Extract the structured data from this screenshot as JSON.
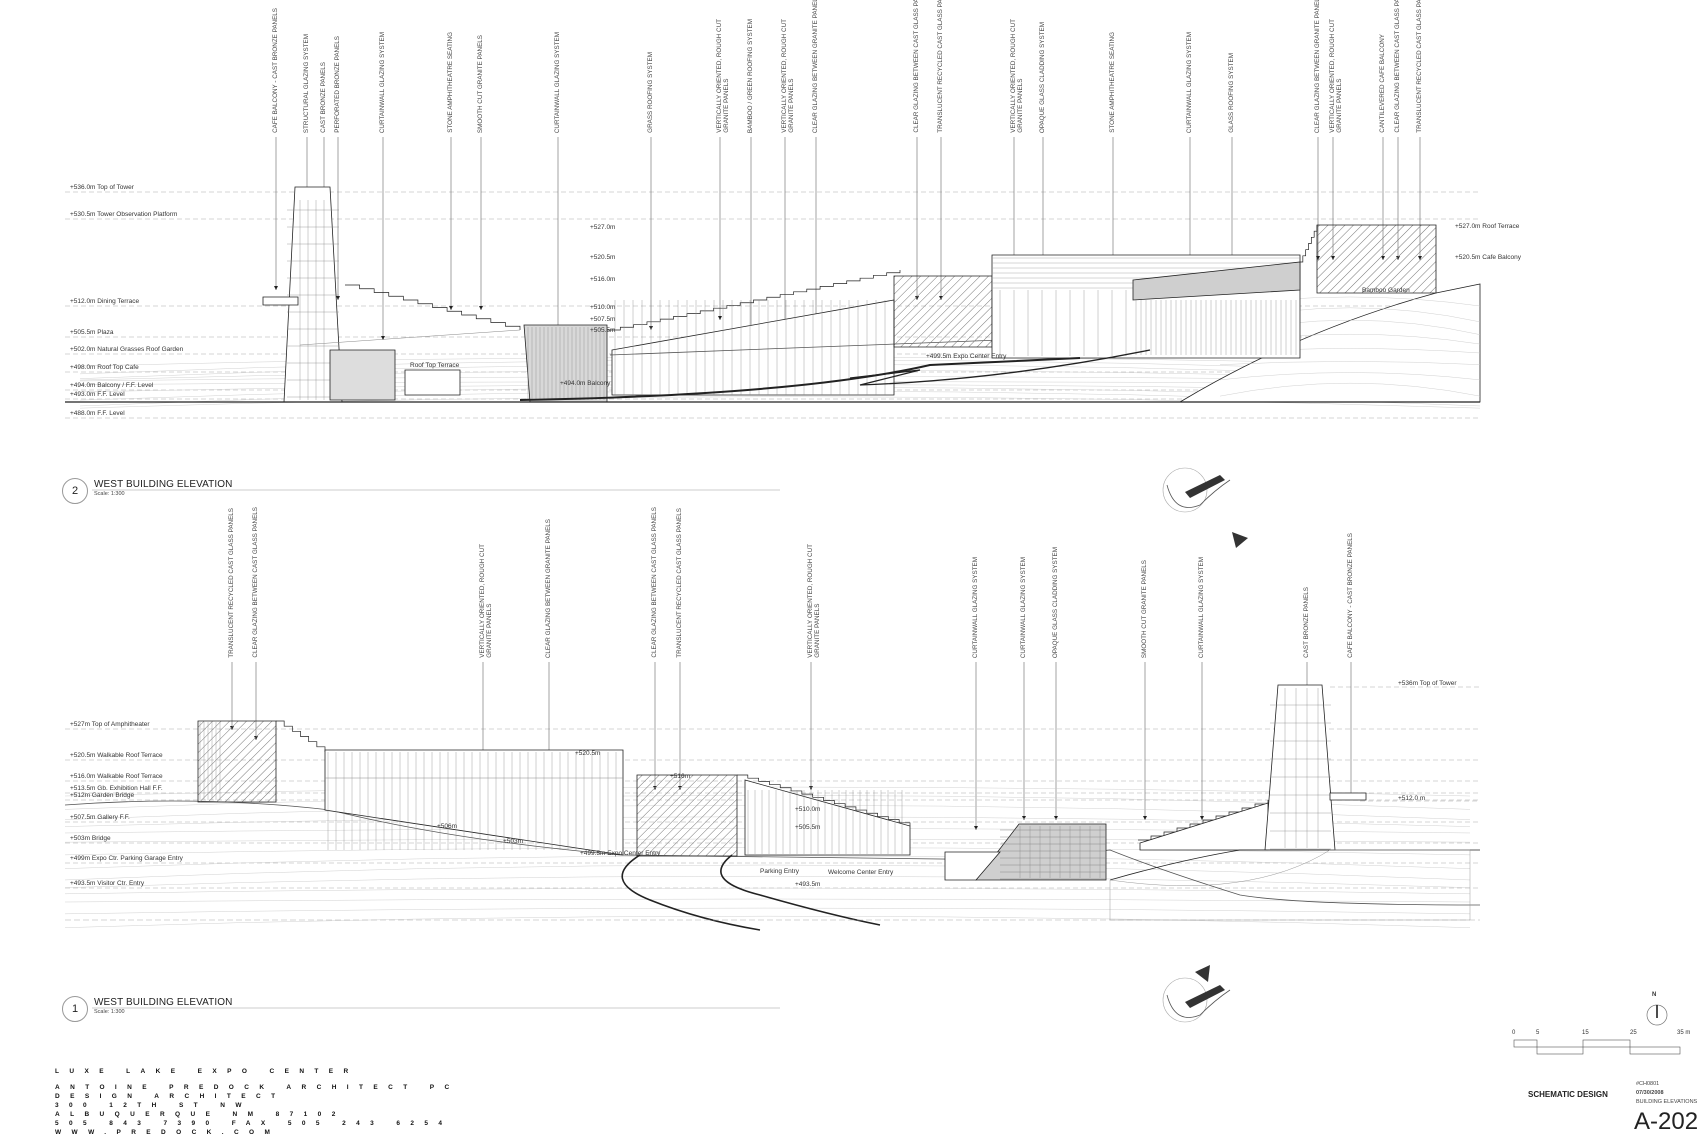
{
  "elevation_top": {
    "number": "2",
    "title": "WEST BUILDING ELEVATION",
    "scale": "Scale: 1:300",
    "levels_left": [
      "+536.0m  Top of Tower",
      "+530.5m  Tower Observation Platform",
      "+512.0m  Dining Terrace",
      "+505.5m  Plaza",
      "+502.0m  Natural Grasses Roof Garden",
      "+498.0m  Roof Top Cafe",
      "+494.0m  Balcony / F.F. Level",
      "+493.0m   F.F. Level",
      "+488.0m   F.F. Level"
    ],
    "levels_right": [
      "+527.0m Roof Terrace",
      "+520.5m Cafe Balcony"
    ],
    "annotations": [
      "+527.0m",
      "+520.5m",
      "+516.0m",
      "+510.0m",
      "+507.5m",
      "+505.5m",
      "+499.5m Expo Center Entry",
      "+494.0m Balcony",
      "Roof Top Terrace",
      "Bamboo Garden"
    ],
    "callouts": [
      "CAFE BALCONY - CAST BRONZE PANELS",
      "STRUCTURAL GLAZING SYSTEM",
      "CAST BRONZE PANELS",
      "PERFORATED BRONZE PANELS",
      "CURTAINWALL GLAZING SYSTEM",
      "STONE AMPHITHEATRE SEATING",
      "SMOOTH CUT GRANITE PANELS",
      "CURTAINWALL GLAZING SYSTEM",
      "GRASS ROOFING SYSTEM",
      "VERTICALLY ORIENTED, ROUGH CUT\nGRANITE PANELS",
      "BAMBOO / GREEN ROOFING SYSTEM",
      "VERTICALLY ORIENTED, ROUGH CUT\nGRANITE PANELS",
      "CLEAR GLAZING BETWEEN GRANITE PANELS",
      "CLEAR GLAZING BETWEEN CAST GLASS PANELS",
      "TRANSLUCENT RECYCLED CAST GLASS PANELS",
      "VERTICALLY ORIENTED, ROUGH CUT\nGRANITE PANELS",
      "OPAQUE GLASS CLADDING SYSTEM",
      "STONE AMPHITHEATRE SEATING",
      "CURTAINWALL GLAZING SYSTEM",
      "GLASS ROOFING SYSTEM",
      "CLEAR GLAZING BETWEEN GRANITE PANELS",
      "VERTICALLY ORIENTED, ROUGH CUT\nGRANITE PANELS",
      "CANTILEVERED CAFE BALCONY",
      "CLEAR GLAZING BETWEEN CAST GLASS PANELS",
      "TRANSLUCENT RECYCLED CAST GLASS PANELS"
    ]
  },
  "elevation_bottom": {
    "number": "1",
    "title": "WEST BUILDING ELEVATION",
    "scale": "Scale: 1:300",
    "levels_left": [
      "+527m  Top of Amphitheater",
      "+520.5m  Walkable Roof Terrace",
      "+516.0m  Walkable Roof Terrace",
      "+513.5m  Gb. Exhibition Hall  F.F.",
      "+512m  Garden Bridge",
      "+507.5m  Gallery  F.F.",
      "+503m  Bridge",
      "+499m  Expo Ctr. Parking Garage Entry",
      "+493.5m  Visitor Ctr. Entry"
    ],
    "levels_right": [
      "+536m  Top of Tower",
      "+512.0 m"
    ],
    "annotations": [
      "+520.5m",
      "+516m",
      "+510.0m",
      "+506m",
      "+503m",
      "+505.5m",
      "+499.5m Expo Center Entry",
      "Parking Entry",
      "Welcome Center Entry",
      "+493.5m"
    ],
    "callouts": [
      "TRANSLUCENT RECYCLED CAST GLASS PANELS",
      "CLEAR GLAZING BETWEEN CAST GLASS PANELS",
      "VERTICALLY ORIENTED, ROUGH CUT\nGRANITE PANELS",
      "CLEAR GLAZING BETWEEN GRANITE PANELS",
      "CLEAR GLAZING BETWEEN CAST GLASS PANELS",
      "TRANSLUCENT RECYCLED CAST GLASS PANELS",
      "VERTICALLY ORIENTED, ROUGH CUT\nGRANITE PANELS",
      "CURTAINWALL GLAZING SYSTEM",
      "CURTAINWALL GLAZING SYSTEM",
      "OPAQUE GLASS CLADDING SYSTEM",
      "SMOOTH CUT GRANITE PANELS",
      "CURTAINWALL GLAZING SYSTEM",
      "CAST BRONZE PANELS",
      "CAFE BALCONY - CAST BRONZE PANELS"
    ]
  },
  "title_block": {
    "project": "LUXE LAKE EXPO CENTER",
    "firm_lines": [
      "ANTOINE PREDOCK ARCHITECT PC",
      "DESIGN ARCHITECT",
      "300 12TH ST NW",
      "ALBUQUERQUE NM 87102",
      "505 843 7390 FAX 505 243 6254",
      "WWW.PREDOCK.COM"
    ],
    "phase": "SCHEMATIC DESIGN",
    "project_number": "#CH0801",
    "date": "07/30/2008",
    "sheet_title": "BUILDING ELEVATIONS",
    "sheet_number": "A-202",
    "north_label": "N",
    "scale_bar": {
      "ticks": [
        "0",
        "5",
        "15",
        "25",
        "35 m"
      ]
    }
  },
  "colors": {
    "line": "#222222",
    "light_line": "#bbbbbb",
    "glazing_fill": "#d6d6d6"
  }
}
